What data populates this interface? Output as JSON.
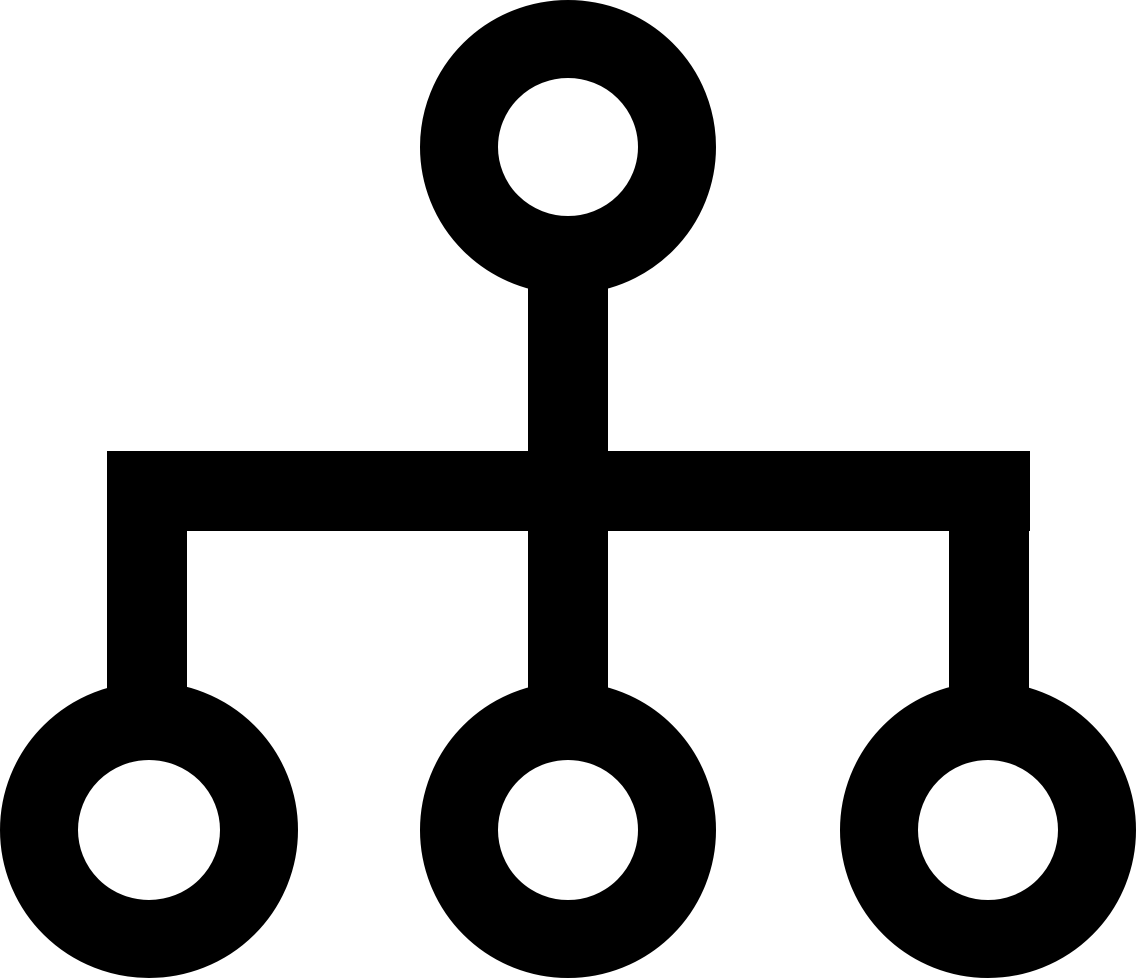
{
  "diagram": {
    "type": "hierarchy",
    "icon": "sitemap-icon",
    "colors": {
      "stroke": "#000000",
      "background": "#ffffff"
    },
    "nodes": [
      {
        "id": "root",
        "level": 0
      },
      {
        "id": "child-left",
        "level": 1
      },
      {
        "id": "child-center",
        "level": 1
      },
      {
        "id": "child-right",
        "level": 1
      }
    ],
    "edges": [
      {
        "from": "root",
        "to": "child-left"
      },
      {
        "from": "root",
        "to": "child-center"
      },
      {
        "from": "root",
        "to": "child-right"
      }
    ]
  }
}
